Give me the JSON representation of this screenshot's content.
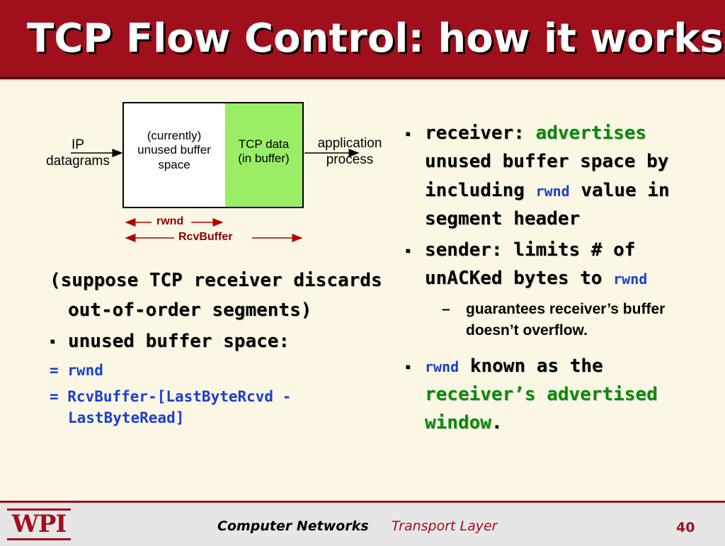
{
  "title": "TCP Flow Control: how it works",
  "diagram": {
    "unused_label_1": "(currently)",
    "unused_label_2": "unused buffer",
    "unused_label_3": "space",
    "tcp_label_1": "TCP data",
    "tcp_label_2": "(in buffer)",
    "ip_label_1": "IP",
    "ip_label_2": "datagrams",
    "app_label_1": "application",
    "app_label_2": "process",
    "rwnd_label": "rwnd",
    "rcvbuffer_label": "RcvBuffer"
  },
  "left": {
    "para": "(suppose TCP receiver discards out-of-order segments)",
    "bullet": "unused buffer space:",
    "eq1": "= rwnd",
    "eq2": "= RcvBuffer-[LastByteRcvd - LastByteRead]"
  },
  "right": {
    "b1_prefix": "receiver: ",
    "b1_green": "advertises",
    "b1_mid": " unused buffer space by including ",
    "b1_code": "rwnd",
    "b1_suffix": " value in segment header",
    "b2_prefix": "sender: limits # of unACKed bytes to ",
    "b2_code": "rwnd",
    "sub_dash": "–",
    "sub": "guarantees receiver’s buffer doesn’t overflow.",
    "b3_code": "rwnd",
    "b3_mid": " known as the ",
    "b3_green": "receiver’s advertised window",
    "b3_suffix": "."
  },
  "footer": {
    "logo": "WPI",
    "course": "Computer Networks",
    "chapter": "Transport Layer",
    "page": "40"
  },
  "colors": {
    "title_bar": "#a0101c",
    "background": "#fbf7e4",
    "buffer_fill": "#99ee66",
    "code_blue": "#1a3fcf",
    "highlight_green": "#0a8a0a",
    "label_darkred": "#8b0000"
  }
}
